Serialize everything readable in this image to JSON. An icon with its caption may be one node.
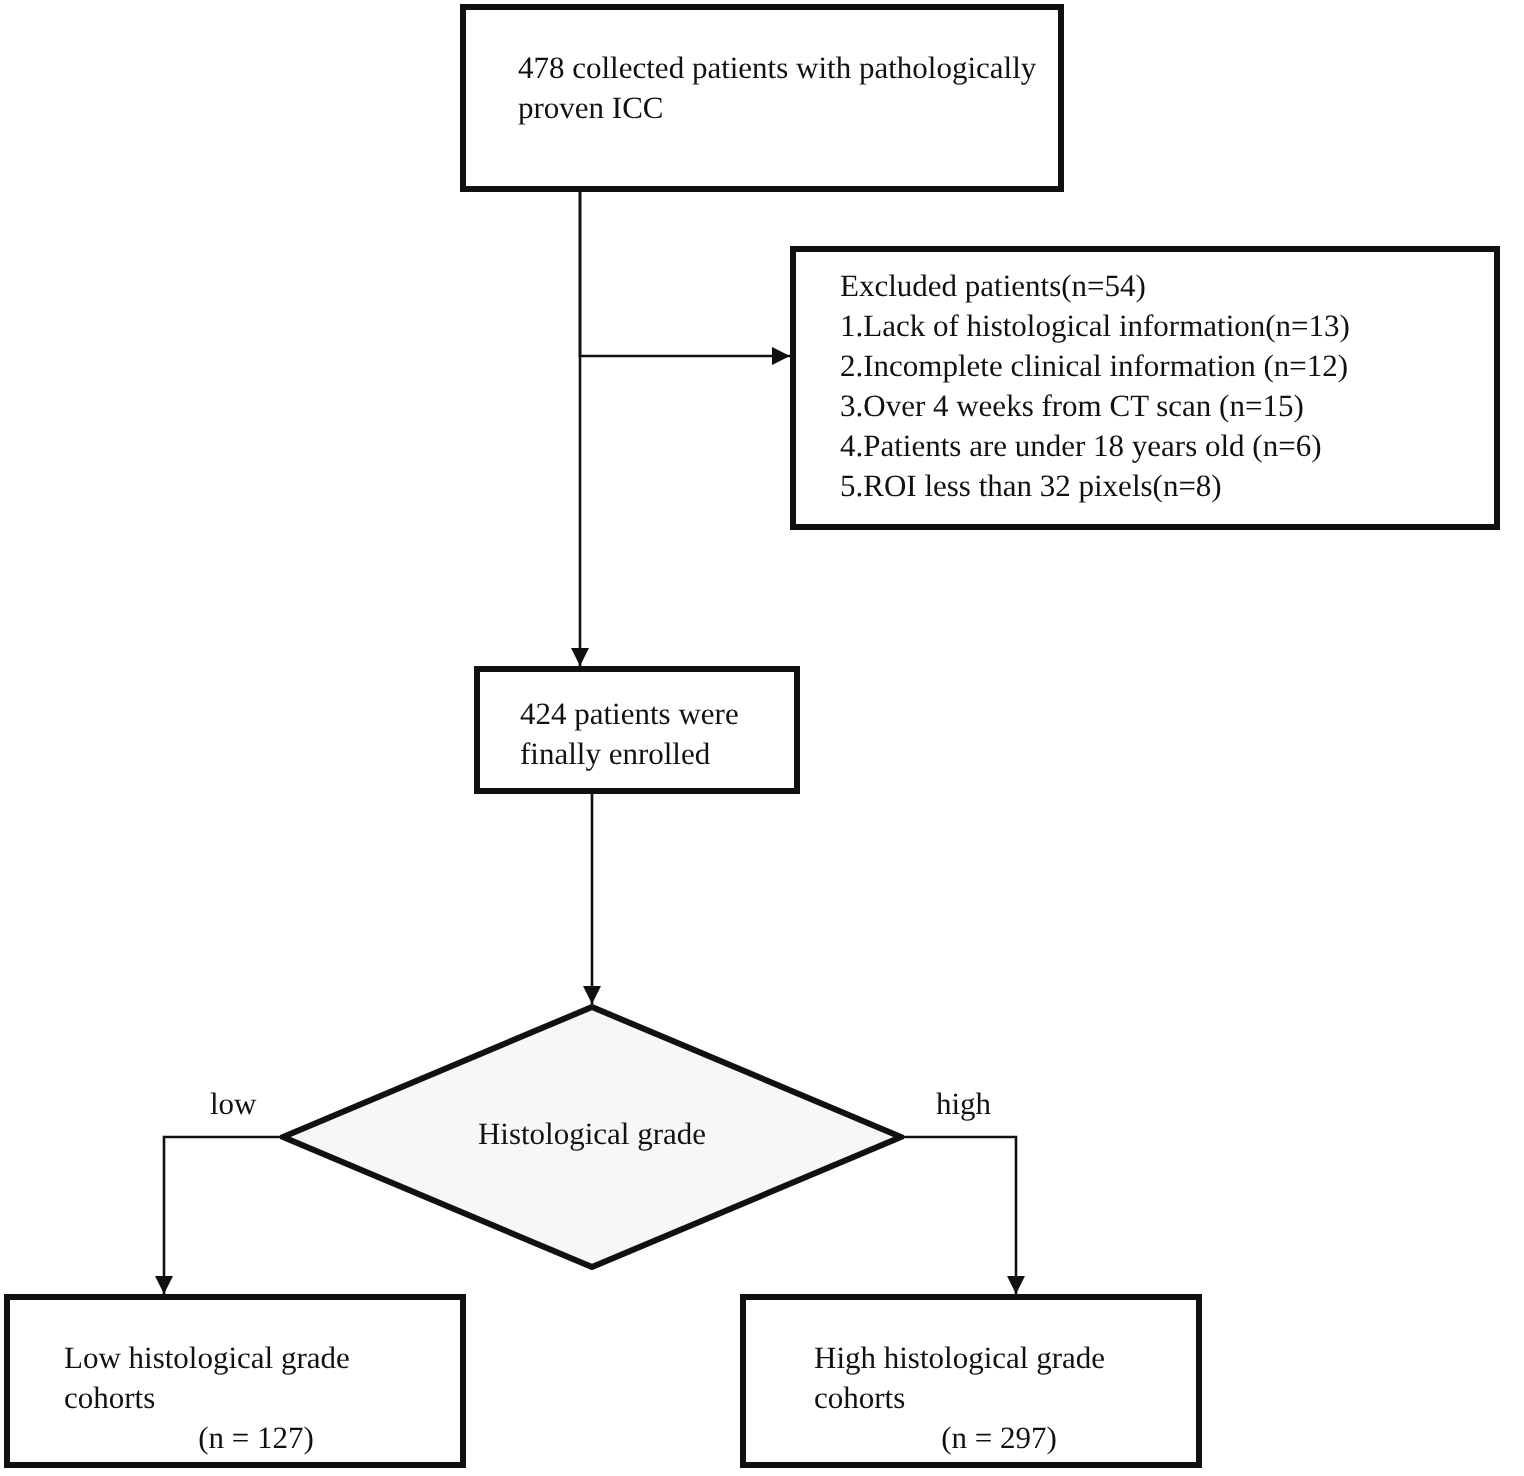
{
  "diagram": {
    "nodes": [
      {
        "text": [
          "478 collected patients with pathologically proven ICC"
        ]
      },
      {
        "text": [
          "Excluded patients(n=54)",
          "1.Lack of histological information(n=13)",
          "2.Incomplete clinical information (n=12)",
          "3.Over 4 weeks from CT scan (n=15)",
          "4.Patients are under 18 years old (n=6)",
          "5.ROI less than 32 pixels(n=8)"
        ]
      },
      {
        "text": [
          "424 patients were finally enrolled"
        ]
      },
      {
        "text": [
          "Histological grade"
        ]
      },
      {
        "text": [
          "Low histological grade cohorts",
          "(n = 127)"
        ]
      },
      {
        "text": [
          "High histological grade cohorts",
          "(n = 297)"
        ]
      }
    ],
    "edges": [
      {
        "from": 0,
        "to": 2,
        "arrow": "to"
      },
      {
        "from": 0,
        "to": 1,
        "arrow": "to"
      },
      {
        "from": 2,
        "to": 3,
        "arrow": "to"
      },
      {
        "from": 3,
        "to": 4,
        "arrow": "to",
        "label": "low"
      },
      {
        "from": 3,
        "to": 5,
        "arrow": "to",
        "label": "high"
      }
    ]
  }
}
